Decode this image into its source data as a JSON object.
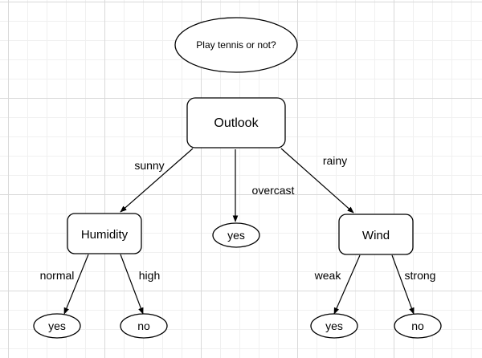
{
  "title": "Play tennis or not?",
  "nodes": {
    "outlook": "Outlook",
    "humidity": "Humidity",
    "wind": "Wind",
    "overcast_leaf": "yes",
    "normal_leaf": "yes",
    "high_leaf": "no",
    "weak_leaf": "yes",
    "strong_leaf": "no"
  },
  "edges": {
    "sunny": "sunny",
    "overcast": "overcast",
    "rainy": "rainy",
    "normal": "normal",
    "high": "high",
    "weak": "weak",
    "strong": "strong"
  }
}
